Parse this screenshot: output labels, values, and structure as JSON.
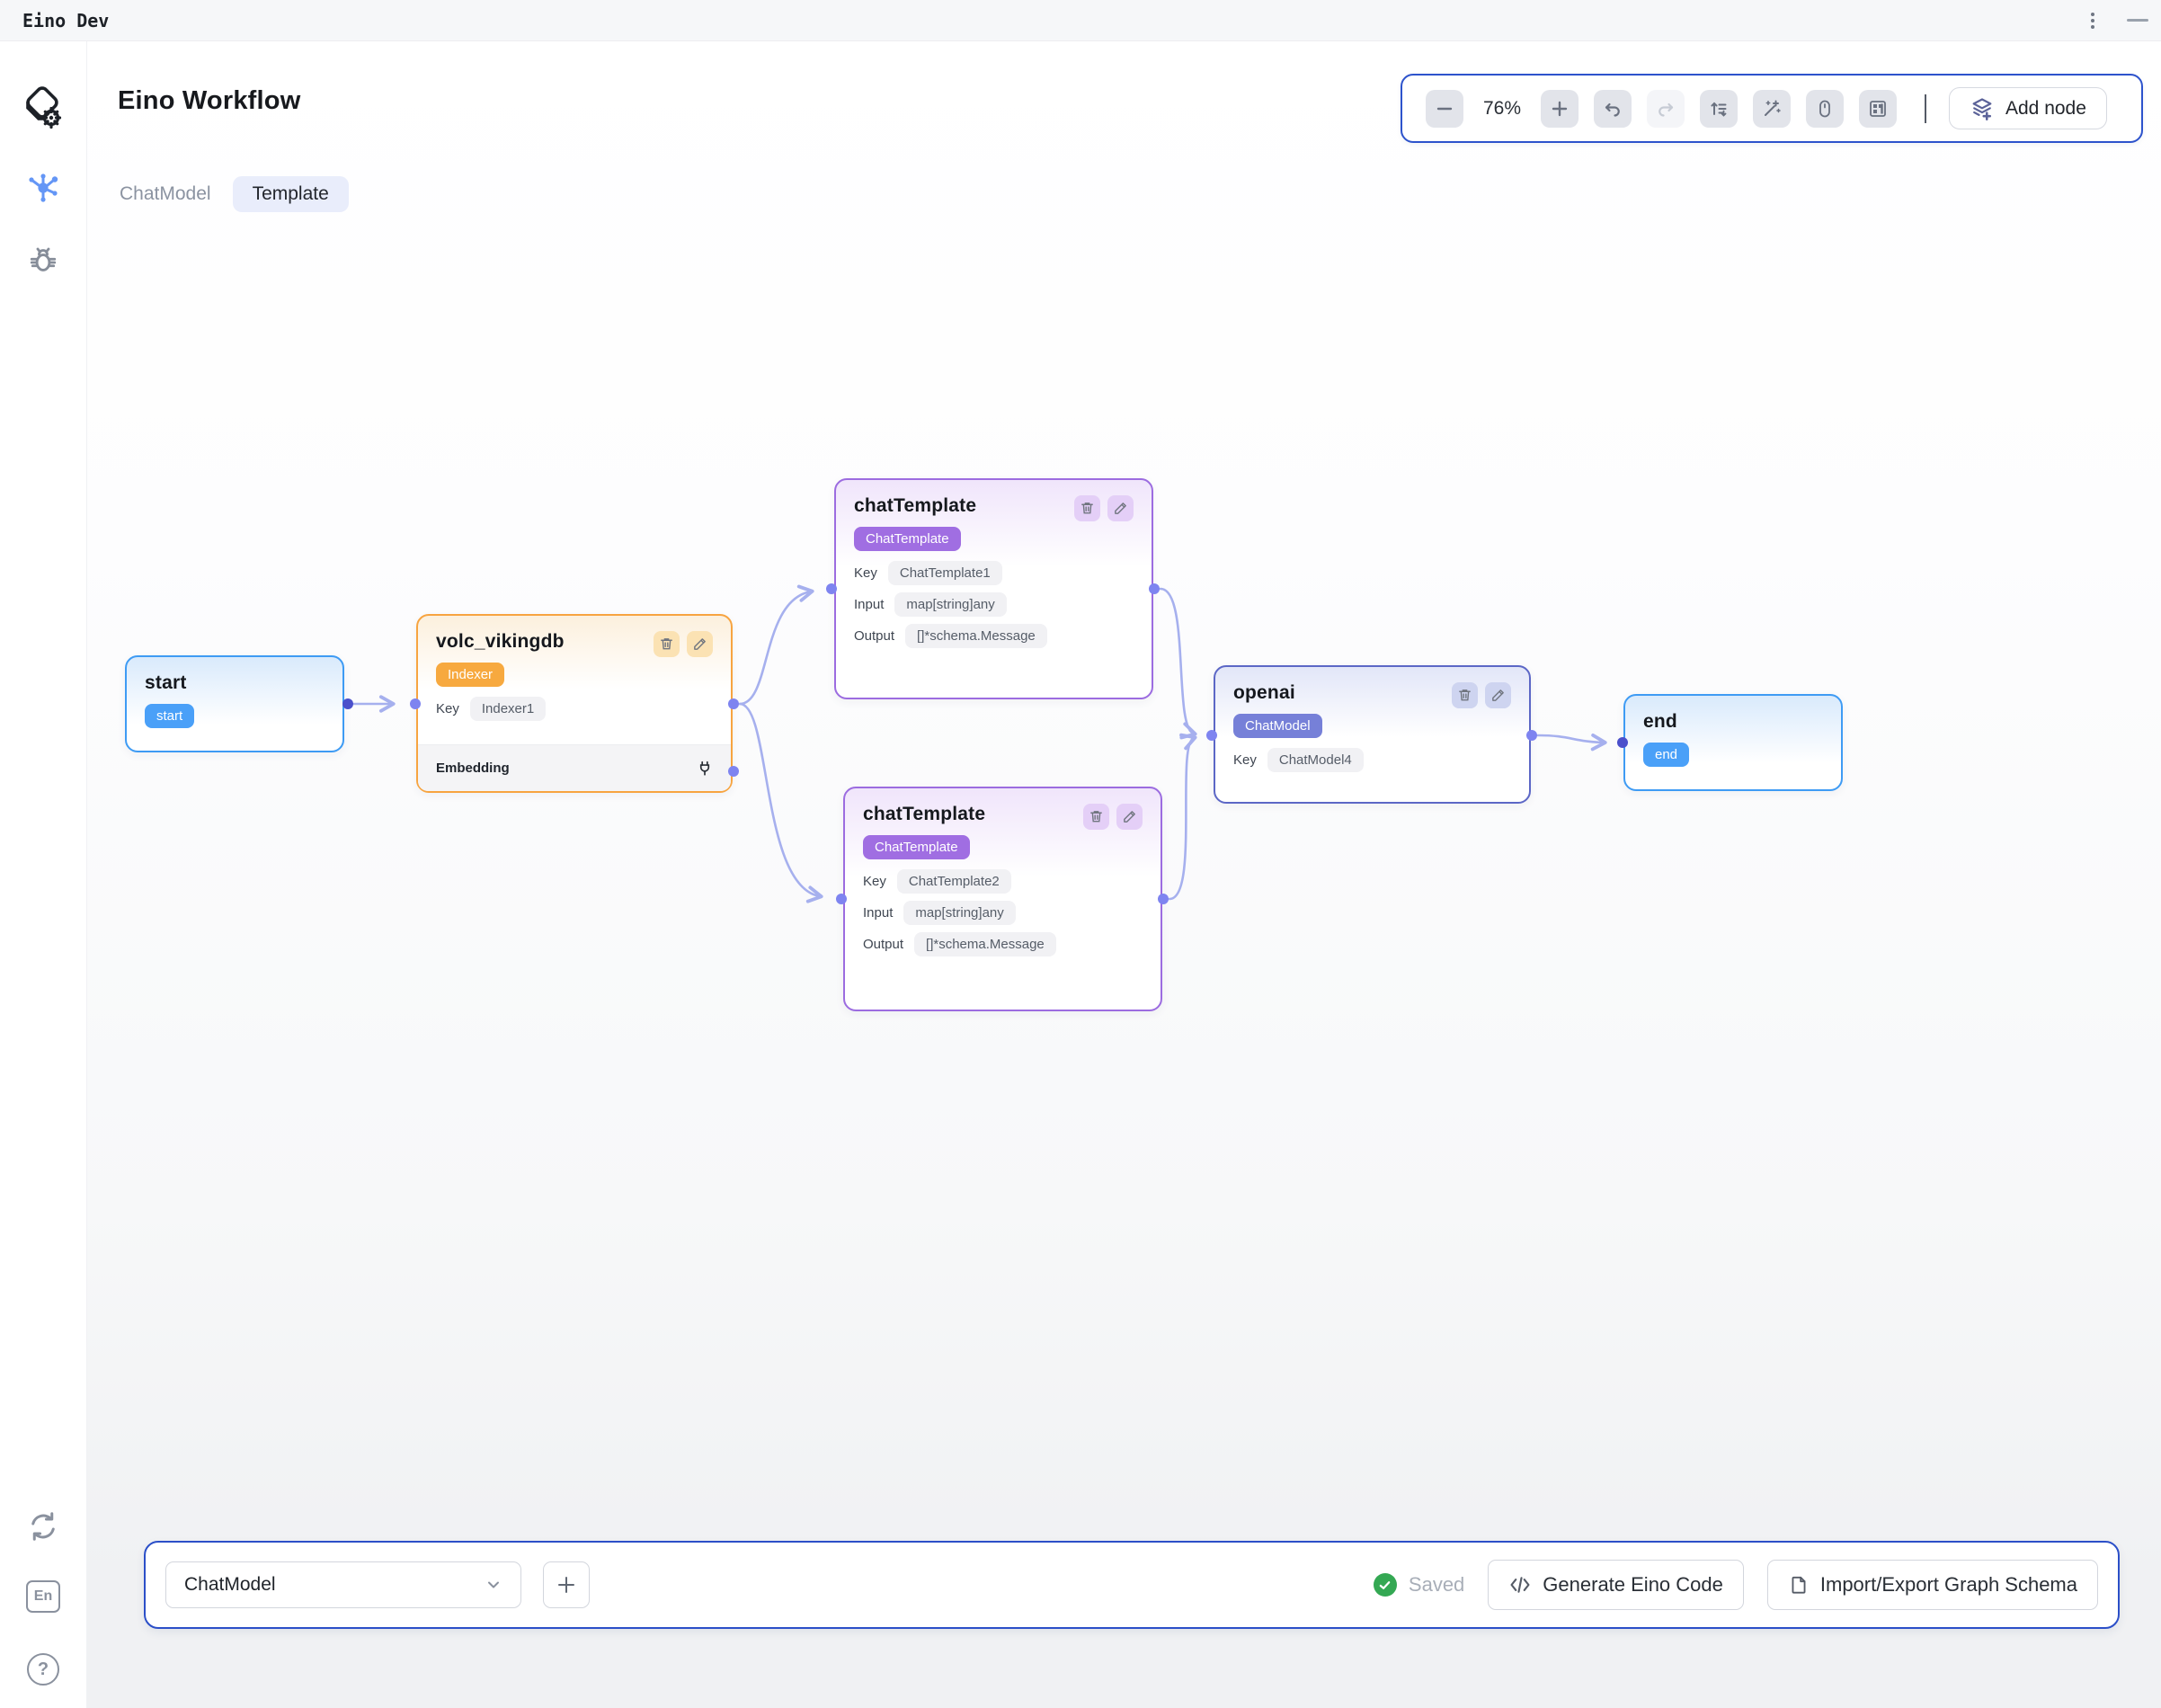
{
  "window": {
    "title": "Eino Dev"
  },
  "header": {
    "title": "Eino Workflow"
  },
  "tabs": [
    {
      "label": "ChatModel",
      "active": false
    },
    {
      "label": "Template",
      "active": true
    }
  ],
  "toolbar": {
    "zoom_value": "76%",
    "add_node_label": "Add node",
    "icons": [
      "zoom-out",
      "zoom-in",
      "undo",
      "redo",
      "auto-layout",
      "magic-wand",
      "mouse-mode",
      "minimap",
      "add-node-layers"
    ]
  },
  "sidebar": {
    "icons": [
      "eino-logo",
      "graph",
      "debug-bug",
      "refresh",
      "language",
      "help"
    ],
    "language_label": "En",
    "help_label": "?"
  },
  "canvas": {
    "nodes": [
      {
        "id": "start",
        "title": "start",
        "badge": "start",
        "color": "#3e9bf4"
      },
      {
        "id": "volc_vikingdb",
        "title": "volc_vikingdb",
        "badge": "Indexer",
        "color": "#f7a440",
        "rows": [
          {
            "label": "Key",
            "value": "Indexer1"
          }
        ],
        "section": {
          "label": "Embedding",
          "icon": "plug"
        }
      },
      {
        "id": "chatTemplate1",
        "title": "chatTemplate",
        "badge": "ChatTemplate",
        "color": "#9c6ce0",
        "rows": [
          {
            "label": "Key",
            "value": "ChatTemplate1"
          },
          {
            "label": "Input",
            "value": "map[string]any"
          },
          {
            "label": "Output",
            "value": "[]*schema.Message"
          }
        ]
      },
      {
        "id": "chatTemplate2",
        "title": "chatTemplate",
        "badge": "ChatTemplate",
        "color": "#9c6ce0",
        "rows": [
          {
            "label": "Key",
            "value": "ChatTemplate2"
          },
          {
            "label": "Input",
            "value": "map[string]any"
          },
          {
            "label": "Output",
            "value": "[]*schema.Message"
          }
        ]
      },
      {
        "id": "openai",
        "title": "openai",
        "badge": "ChatModel",
        "color": "#5c67c6",
        "rows": [
          {
            "label": "Key",
            "value": "ChatModel4"
          }
        ]
      },
      {
        "id": "end",
        "title": "end",
        "badge": "end",
        "color": "#3e9bf4"
      }
    ],
    "edges": [
      {
        "from": "start",
        "to": "volc_vikingdb"
      },
      {
        "from": "volc_vikingdb",
        "to": "chatTemplate1"
      },
      {
        "from": "volc_vikingdb",
        "to": "chatTemplate2"
      },
      {
        "from": "chatTemplate1",
        "to": "openai"
      },
      {
        "from": "chatTemplate2",
        "to": "openai"
      },
      {
        "from": "openai",
        "to": "end"
      }
    ],
    "edge_color": "#a6b0ee",
    "port_color": "#7e84f0",
    "port_color_dark": "#4b50cb"
  },
  "bottom_bar": {
    "selector_value": "ChatModel",
    "status": "Saved",
    "status_color": "#34a853",
    "generate_label": "Generate Eino Code",
    "import_export_label": "Import/Export Graph Schema"
  }
}
